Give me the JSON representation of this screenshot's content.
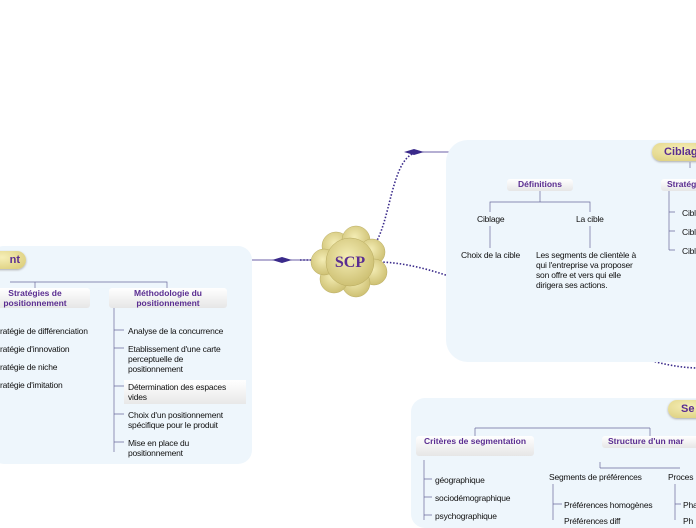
{
  "central": "SCP",
  "colors": {
    "accent": "#5a2d91",
    "node": "#e5d98a",
    "panel": "#eef6fc",
    "connector": "#3a2a8a"
  },
  "ciblage": {
    "title": "Ciblage",
    "headers": {
      "definitions": "Définitions",
      "strategies": "Stratég"
    },
    "definitions": {
      "ciblage": "Ciblage",
      "la_cible": "La cible",
      "choix": "Choix de la cible",
      "segments": "Les segments de clientèle à qui l'entreprise va proposer son offre et vers qui elle dirigera ses actions."
    },
    "strategies_items": [
      "Cibla",
      "Cibla",
      "Cibl"
    ]
  },
  "positionnement": {
    "title": "nt",
    "strategies_header": "Stratégies de positionnement",
    "methodologie_header": "Méthodologie du positionnement",
    "strategies_items": [
      "ratégie de différenciation",
      "ratégie d'innovation",
      "ratégie de niche",
      "ratégie d'imitation"
    ],
    "methodologie_items": [
      "Analyse de la concurrence",
      "Etablissement d'une carte perceptuelle de positionnement",
      "Détermination des espaces vides",
      "Choix d'un positionnement spécifique pour le produit",
      "Mise en place du positionnement"
    ]
  },
  "segmentation": {
    "title": "Se",
    "criteres_header": "Critères de segmentation",
    "structure_header": "Structure d'un mar",
    "criteres_items": [
      "géographique",
      "sociodémographique",
      "psychographique"
    ],
    "segments_preferences": "Segments de préférences",
    "processus": "Proces",
    "preferences_items": [
      "Préférences homogènes",
      "Préférences diff"
    ],
    "processus_items": [
      "Pha",
      "Ph"
    ]
  }
}
